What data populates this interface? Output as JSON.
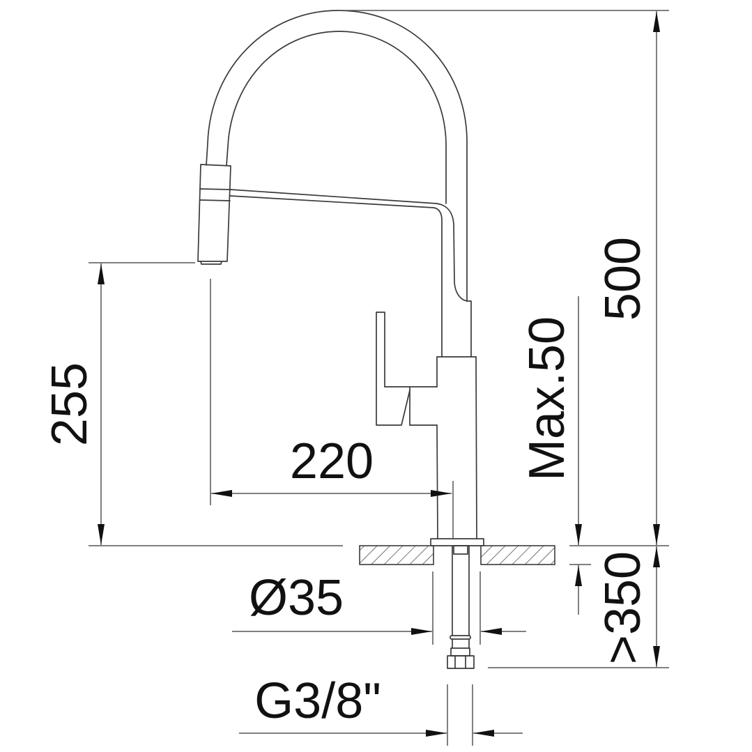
{
  "drawing": {
    "title": "Pull-down kitchen faucet dimension drawing",
    "units": "mm",
    "line_color": "#3a3a3a",
    "text_color": "#111111",
    "background": "#ffffff"
  },
  "dimensions": {
    "spout_height": {
      "label": "255",
      "orientation": "vertical"
    },
    "spout_reach": {
      "label": "220",
      "orientation": "horizontal"
    },
    "max_deck_thickness": {
      "label": "Max.50",
      "orientation": "vertical"
    },
    "overall_height": {
      "label": "500",
      "orientation": "vertical"
    },
    "hose_length": {
      "label": ">350",
      "orientation": "vertical"
    },
    "mounting_hole_diameter": {
      "label": "Ø35",
      "orientation": "horizontal"
    },
    "connection_thread": {
      "label": "G3/8\"",
      "orientation": "horizontal"
    }
  }
}
